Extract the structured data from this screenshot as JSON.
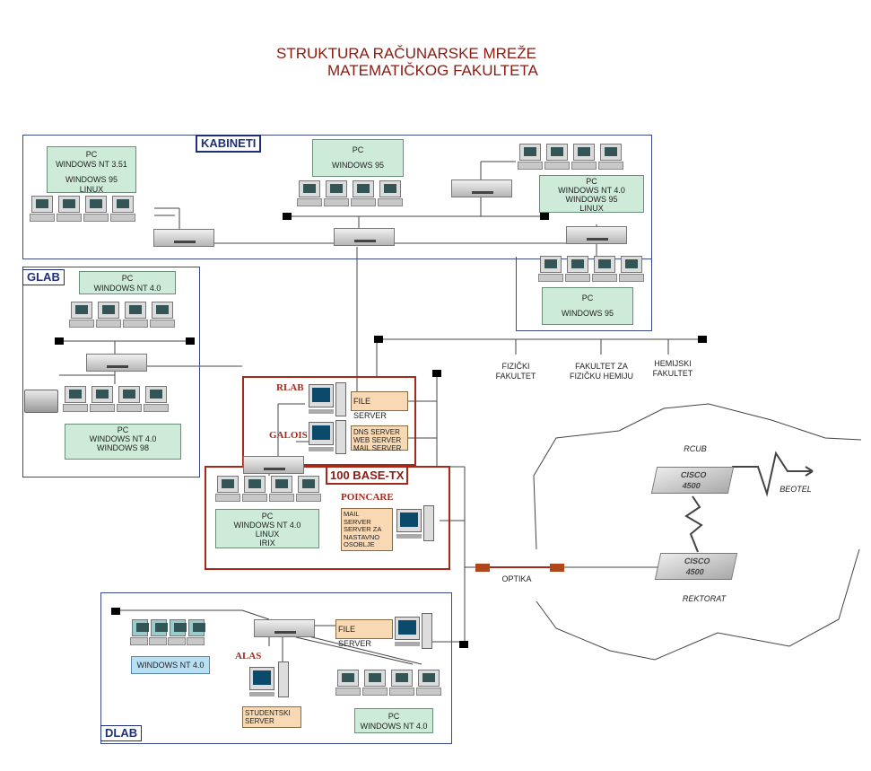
{
  "title": {
    "line1": "STRUKTURA RAČUNARSKE MREŽE",
    "line2": "MATEMATIČKOG FAKULTETA"
  },
  "regions": {
    "kabineti": "KABINETI",
    "glab": "GLAB",
    "dlab": "DLAB",
    "fast": "100 BASE-TX"
  },
  "kabineti": {
    "box1": [
      "PC",
      "WINDOWS NT 3.51",
      "",
      "WINDOWS 95",
      "LINUX"
    ],
    "box2": [
      "PC",
      "WINDOWS 95"
    ],
    "box3": [
      "PC",
      "WINDOWS NT 4.0",
      "WINDOWS 95",
      "LINUX"
    ],
    "box4": [
      "PC",
      "WINDOWS 95"
    ]
  },
  "glab": {
    "box1": [
      "PC",
      "WINDOWS NT 4.0"
    ],
    "box2": [
      "PC",
      "WINDOWS NT 4.0",
      "WINDOWS 98"
    ]
  },
  "servers": {
    "rlab": "RLAB",
    "galois": "GALOIS",
    "poincare": "POINCARE",
    "file_server": "FILE SERVER",
    "dns": [
      "DNS SERVER",
      "WEB SERVER",
      "MAIL SERVER"
    ],
    "poincare_box": [
      "MAIL",
      "SERVER",
      "SERVER ZA",
      "NASTAVNO",
      "OSOBLJE"
    ],
    "lab_pc": [
      "PC",
      "WINDOWS NT 4.0",
      "LINUX",
      "IRIX"
    ]
  },
  "faculties": {
    "f1": [
      "FIZIČKI",
      "FAKULTET"
    ],
    "f2": [
      "FAKULTET ZA",
      "FIZIČKU HEMIJU"
    ],
    "f3": [
      "HEMIJSKI",
      "FAKULTET"
    ]
  },
  "wan": {
    "rcub": "RCUB",
    "rektorat": "REKTORAT",
    "beotel": "BEOTEL",
    "optika": "OPTIKA",
    "cisco": "CISCO",
    "cisco_model": "4500"
  },
  "dlab": {
    "nt_box": "WINDOWS NT 4.0",
    "file_server": "FILE SERVER",
    "alas": "ALAS",
    "student": [
      "STUDENTSKI",
      "SERVER"
    ],
    "pc_box": [
      "PC",
      "WINDOWS NT 4.0"
    ]
  },
  "colors": {
    "title": "#8b1a10",
    "region_border": "#3a4a8c",
    "red_border": "#a52a1a",
    "green_box": "#cdebd8",
    "tan_box": "#f8d9b4",
    "blue_box": "#b9e0f2"
  }
}
